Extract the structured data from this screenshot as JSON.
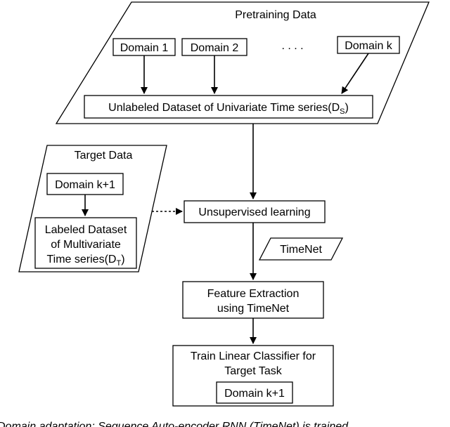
{
  "pretraining": {
    "title": "Pretraining Data",
    "domain_1": "Domain 1",
    "domain_2": "Domain 2",
    "ellipsis": ". . . .",
    "domain_k": "Domain k",
    "dataset_label": "Unlabeled Dataset of Univariate Time series(D",
    "dataset_sub": "S",
    "dataset_close": ")"
  },
  "target": {
    "title": "Target Data",
    "domain": "Domain k+1",
    "dataset_line1": "Labeled Dataset",
    "dataset_line2": "of Multivariate",
    "dataset_line3": "Time series(D",
    "dataset_sub": "T",
    "dataset_close": ")"
  },
  "flow": {
    "unsupervised": "Unsupervised learning",
    "timenet": "TimeNet",
    "feature_line1": "Feature Extraction",
    "feature_line2": "using TimeNet",
    "train_line1": "Train Linear Classifier for",
    "train_line2": "Target Task",
    "train_domain": "Domain k+1"
  },
  "caption": "Domain adaptation: Sequence Auto-encoder RNN (TimeNet) is trained"
}
